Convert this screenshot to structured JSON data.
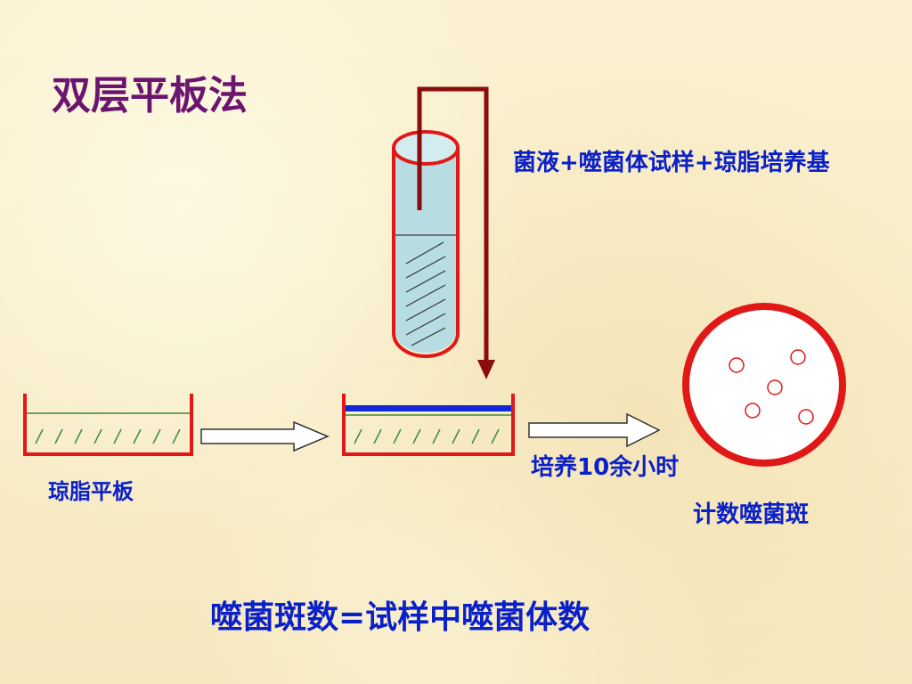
{
  "title": "双层平板法",
  "labels": {
    "mixture": "菌液+噬菌体试样+琼脂培养基",
    "agar_plate": "琼脂平板",
    "incubation": "培养10余小时",
    "count_plaques": "计数噬菌斑",
    "formula": "噬菌斑数=试样中噬菌体数"
  },
  "colors": {
    "title": "#6b1470",
    "label_text": "#0a20c8",
    "vessel_outline": "#e01818",
    "pipe": "#8a0c0c",
    "liquid": "#b7dde3",
    "agar_line": "#3a8a3a",
    "top_layer": "#1228d8",
    "plate_fill": "#ffffff"
  },
  "plaque_count": 5
}
